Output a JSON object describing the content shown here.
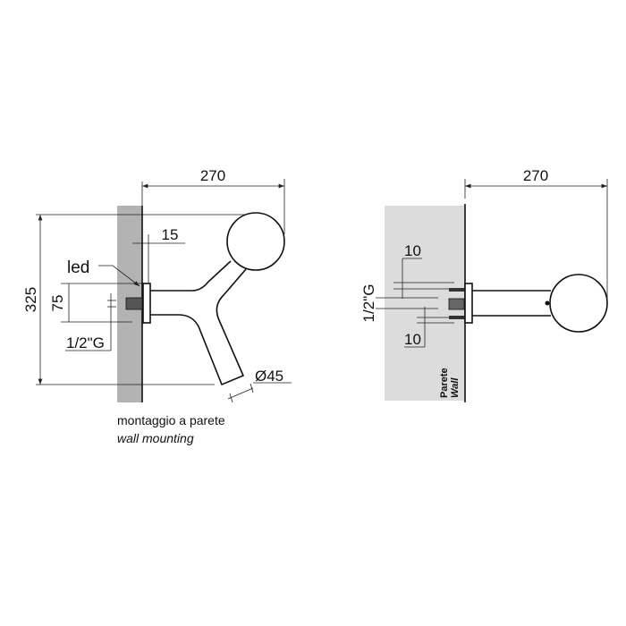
{
  "left_view": {
    "width_dim": "270",
    "height_dim": "325",
    "offset_dim": "15",
    "led_label": "led",
    "spacing_dim": "75",
    "thread_label": "1/2\"G",
    "diameter_dim": "Ø45",
    "caption_it": "montaggio a parete",
    "caption_en": "wall mounting"
  },
  "right_view": {
    "width_dim": "270",
    "top_dim": "10",
    "bottom_dim": "10",
    "thread_label": "1/2\"G",
    "wall_it": "Parete",
    "wall_en": "Wall"
  },
  "colors": {
    "wall_left": "#b3b3b3",
    "wall_right": "#dcdcdc"
  }
}
